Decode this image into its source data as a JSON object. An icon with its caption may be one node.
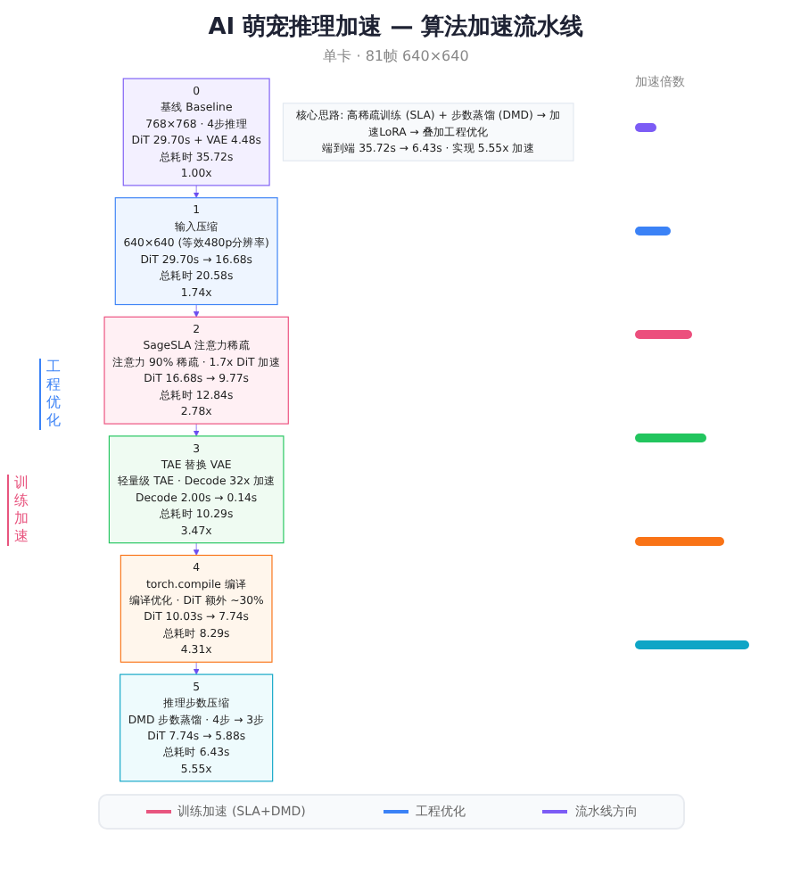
{
  "diagram": {
    "title": "AI 萌宠推理加速 — 算法加速流水线",
    "nodes": [
      {
        "text": [
          "0",
          "基线 Baseline",
          "768×768 · 4步推理",
          "DiT 29.70s + VAE 4.48s",
          "总耗时 35.72s",
          "1.00x"
        ]
      },
      {
        "text": [
          "1",
          "输入压缩",
          "640×640 (等效480p分辨率)",
          "DiT 29.70s → 16.68s",
          "总耗时 20.58s",
          "1.74x"
        ]
      },
      {
        "text": [
          "2",
          "SageSLA 注意力稀疏",
          "注意力 90% 稀疏 · 1.7x DiT 加速",
          "DiT 16.68s → 9.77s",
          "总耗时 12.84s",
          "2.78x"
        ]
      },
      {
        "text": [
          "3",
          "TAE 替换 VAE",
          "轻量级 TAE · Decode 32x 加速",
          "Decode 2.00s → 0.14s",
          "总耗时 10.29s",
          "3.47x"
        ]
      },
      {
        "text": [
          "4",
          "torch.compile 编译",
          "编译优化 · DiT 额外 ~30%",
          "DiT 10.03s → 7.74s",
          "总耗时 8.29s",
          "4.31x"
        ]
      },
      {
        "text": [
          "5",
          "推理步数压缩",
          "DMD 步数蒸馏 · 4步 → 3步",
          "DiT 7.74s → 5.88s",
          "总耗时 6.43s",
          "5.55x"
        ]
      },
      {
        "text": [
          "核心思路: 高稀疏训练 (SLA) + 步数蒸馏 (DMD) → 加速LoRA → 叠加工程优化",
          "端到端 35.72s → 6.43s · 实现 5.55x 加速"
        ]
      }
    ],
    "edges": [
      {
        "from": 0,
        "to": 1,
        "arrow": "to"
      },
      {
        "from": 1,
        "to": 2,
        "arrow": "to"
      },
      {
        "from": 2,
        "to": 3,
        "arrow": "to"
      },
      {
        "from": 3,
        "to": 4,
        "arrow": "to"
      },
      {
        "from": 4,
        "to": 5,
        "arrow": "to"
      }
    ],
    "labels": [
      "单卡 · 81帧 640×640",
      "加速倍数",
      "工程优化",
      "训练加速"
    ],
    "legend": [
      {
        "text": "训练加速 (SLA+DMD)"
      },
      {
        "text": "工程优化"
      },
      {
        "text": "流水线方向"
      }
    ]
  }
}
